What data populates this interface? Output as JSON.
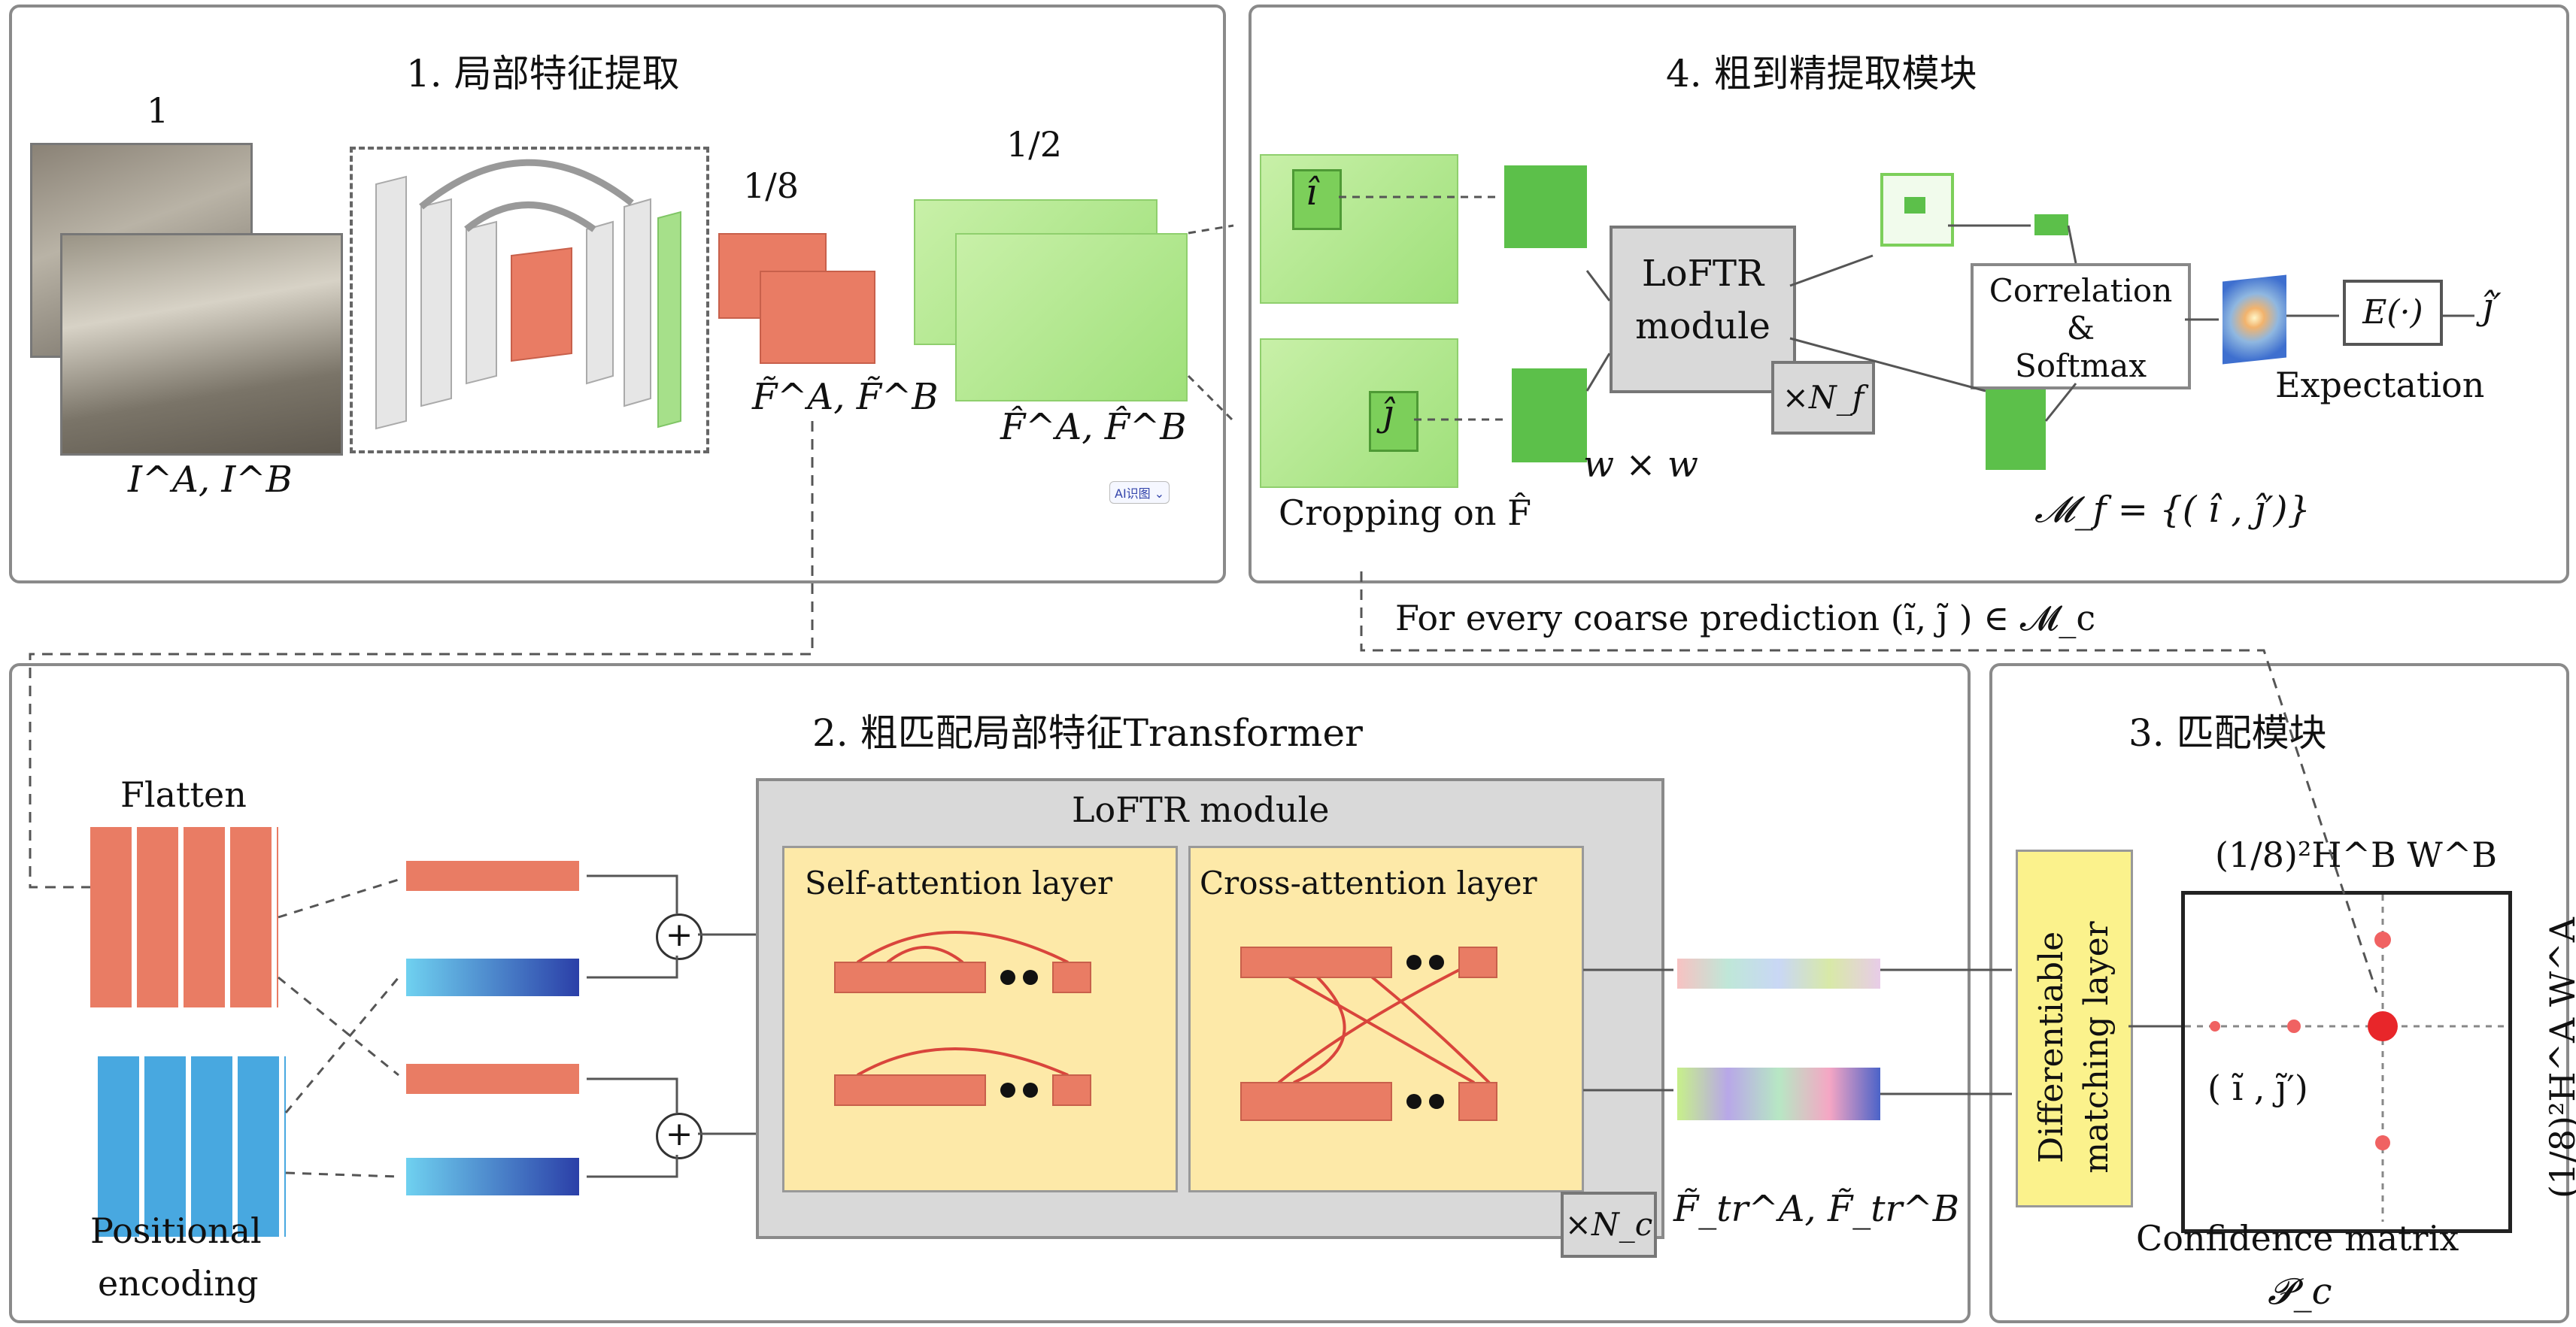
{
  "panels": {
    "p1": {
      "title": "1. 局部特征提取"
    },
    "p2": {
      "title": "2. 粗匹配局部特征Transformer"
    },
    "p3": {
      "title": "3. 匹配模块"
    },
    "p4": {
      "title": "4. 粗到精提取模块"
    }
  },
  "p1": {
    "scale_full": "1",
    "scale_eighth": "1/8",
    "scale_half": "1/2",
    "input_label": "I^A, I^B",
    "coarse_feat_label": "F̃^A, F̃^B",
    "fine_feat_label": "F̂^A, F̂^B",
    "badge": "AI识图 ⌄"
  },
  "p4": {
    "i_hat": "î",
    "j_hat": "ĵ",
    "window_label": "w × w",
    "crop_label": "Cropping on F̂",
    "loftr_label_1": "LoFTR",
    "loftr_label_2": "module",
    "nf_label": "×N_f",
    "corr_label_1": "Correlation",
    "corr_label_2": "&",
    "corr_label_3": "Softmax",
    "expect_fn": "E(·)",
    "output": "ĵ′",
    "expectation_label": "Expectation",
    "mf_formula": "𝓜_f = {( î , ĵ′)}"
  },
  "coarse_prediction_text": "For every coarse prediction (ĩ, j̃ ) ∈ 𝓜_c",
  "p2": {
    "flatten_label": "Flatten",
    "pos_enc_1": "Positional",
    "pos_enc_2": "encoding",
    "loftr_title": "LoFTR module",
    "self_attn": "Self-attention layer",
    "cross_attn": "Cross-attention layer",
    "nc_label": "×N_c",
    "out_label": "F̃_tr^A, F̃_tr^B"
  },
  "p3": {
    "diff_layer": "Differentiable matching layer",
    "top_axis": "(1/8)²H^B W^B",
    "right_axis": "(1/8)²H^A W^A",
    "point_label": "( ĩ , j̃′)",
    "matrix_label": "Confidence matrix",
    "pc_label": "𝓟_c"
  },
  "colors": {
    "panel_border": "#8a8a8a",
    "green": "#9fe07a",
    "salmon": "#e97c64",
    "attn_bg": "#fde9a8",
    "loftr_bg": "#d9d9d9",
    "yellow_layer": "#fbf28c",
    "match_red": "#e8262a"
  }
}
